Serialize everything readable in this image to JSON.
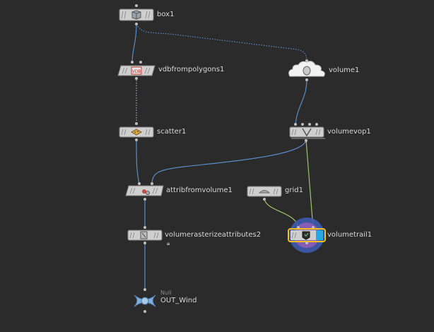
{
  "network": {
    "nodes": [
      {
        "id": "box1",
        "label": "box1",
        "icon": "box-icon"
      },
      {
        "id": "vdbfrompolygons1",
        "label": "vdbfrompolygons1",
        "icon": "vdb-icon"
      },
      {
        "id": "scatter1",
        "label": "scatter1",
        "icon": "scatter-icon"
      },
      {
        "id": "attribfromvolume1",
        "label": "attribfromvolume1",
        "icon": "attribfromvolume-icon"
      },
      {
        "id": "volumerasterizeattributes2",
        "label": "volumerasterizeattributes2",
        "icon": "volumerasterize-icon"
      },
      {
        "id": "out_wind",
        "label": "OUT_Wind",
        "type_label": "Null",
        "icon": "null-icon"
      },
      {
        "id": "volume1",
        "label": "volume1",
        "icon": "volume-icon"
      },
      {
        "id": "volumevop1",
        "label": "volumevop1",
        "icon": "vop-icon"
      },
      {
        "id": "grid1",
        "label": "grid1",
        "icon": "grid-icon"
      },
      {
        "id": "volumetrail1",
        "label": "volumetrail1",
        "icon": "volumetrail-icon",
        "display_flag": true
      }
    ],
    "connections": [
      {
        "from": "box1",
        "to": "vdbfrompolygons1",
        "style": "solid"
      },
      {
        "from": "box1",
        "to": "volume1",
        "style": "dotted"
      },
      {
        "from": "vdbfrompolygons1",
        "to": "scatter1",
        "style": "dotted"
      },
      {
        "from": "scatter1",
        "to": "attribfromvolume1",
        "style": "solid"
      },
      {
        "from": "volume1",
        "to": "volumevop1",
        "style": "solid"
      },
      {
        "from": "volumevop1",
        "to": "attribfromvolume1",
        "style": "solid"
      },
      {
        "from": "volumevop1",
        "to": "volumetrail1",
        "style": "solid",
        "color": "green"
      },
      {
        "from": "grid1",
        "to": "volumetrail1",
        "style": "solid",
        "color": "green"
      },
      {
        "from": "attribfromvolume1",
        "to": "volumerasterizeattributes2",
        "style": "solid"
      },
      {
        "from": "volumerasterizeattributes2",
        "to": "out_wind",
        "style": "solid"
      }
    ],
    "colors": {
      "background": "#2b2b2b",
      "wire": "#5a8cc7",
      "wire_green": "#9dc46a",
      "node_body": "#cfcfcf",
      "node_border": "#7d7d7d",
      "display_flag": "#2aa7e0",
      "selected": "#f2c21a"
    }
  }
}
